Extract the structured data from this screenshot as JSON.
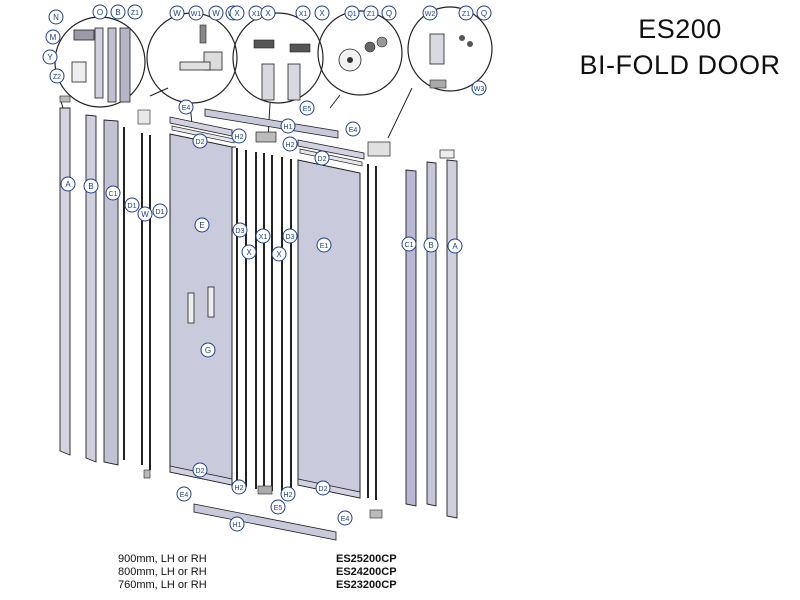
{
  "header": {
    "model": "ES200",
    "product_name": "BI-FOLD DOOR"
  },
  "variants": [
    {
      "size": "900mm, LH or RH",
      "code": "ES25200CP"
    },
    {
      "size": "800mm, LH or RH",
      "code": "ES24200CP"
    },
    {
      "size": "760mm, LH or RH",
      "code": "ES23200CP"
    }
  ],
  "callouts": {
    "detail_1": [
      "N",
      "O",
      "B",
      "Z1",
      "M",
      "Y",
      "Z2"
    ],
    "detail_2": [
      "W",
      "W1",
      "W",
      "W1"
    ],
    "detail_3": [
      "X",
      "X1",
      "X",
      "X1",
      "X"
    ],
    "detail_4": [
      "Q1",
      "Z1",
      "Q"
    ],
    "detail_5": [
      "W2",
      "Z1",
      "Q",
      "W3"
    ],
    "upper": [
      "E4",
      "H2",
      "E5",
      "H1",
      "H2",
      "E4",
      "D2",
      "D2"
    ],
    "left_profiles": [
      "A",
      "B",
      "C1",
      "D1",
      "W",
      "D1"
    ],
    "panel_1": [
      "E",
      "G"
    ],
    "centre": [
      "D3",
      "X1",
      "D3",
      "X",
      "X"
    ],
    "panel_2": [
      "E1"
    ],
    "right_profiles": [
      "C1",
      "B",
      "A"
    ],
    "lower": [
      "D2",
      "D2",
      "E4",
      "H2",
      "H2",
      "E5",
      "E4",
      "H1"
    ]
  },
  "colors": {
    "callout_stroke": "#1d3f8f",
    "callout_text": "#1d3f8f",
    "line": "#222222",
    "glass": "#c9cbdc",
    "profile": "#b8b8d4"
  }
}
